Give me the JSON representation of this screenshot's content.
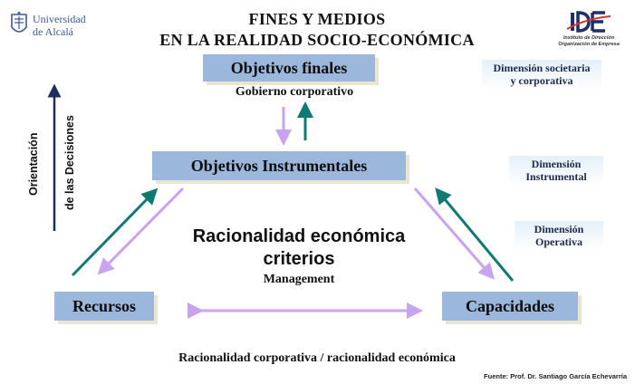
{
  "header": {
    "title_line1": "FINES Y MEDIOS",
    "title_line2": "EN LA REALIDAD SOCIO-ECONÓMICA"
  },
  "logos": {
    "left": {
      "line1": "Universidad",
      "line2": "de Alcalá"
    },
    "right": {
      "sub1": "Instituto de Dirección",
      "sub2": "Organización de Empresa"
    }
  },
  "diagram": {
    "objetivos_finales": "Objetivos finales",
    "gobierno": "Gobierno corporativo",
    "objetivos_instrumentales": "Objetivos Instrumentales",
    "recursos": "Recursos",
    "capacidades": "Capacidades",
    "racionalidad_line1": "Racionalidad económica",
    "racionalidad_line2": "criterios",
    "management": "Management",
    "orientacion_line1": "Orientación",
    "orientacion_line2": "de las Decisiones"
  },
  "dimensions": {
    "societaria_line1": "Dimensión societaria",
    "societaria_line2": "y corporativa",
    "instrumental_line1": "Dimensión",
    "instrumental_line2": "Instrumental",
    "operativa_line1": "Dimensión",
    "operativa_line2": "Operativa"
  },
  "footer": {
    "caption": "Racionalidad corporativa / racionalidad económica",
    "source": "Fuente: Prof. Dr. Santiago García Echevarría"
  },
  "colors": {
    "box_fill": "#9bb8dc",
    "teal_arrow": "#0f7a72",
    "lilac_arrow": "#c9a2f0",
    "navy_arrow": "#1c2e5e"
  }
}
